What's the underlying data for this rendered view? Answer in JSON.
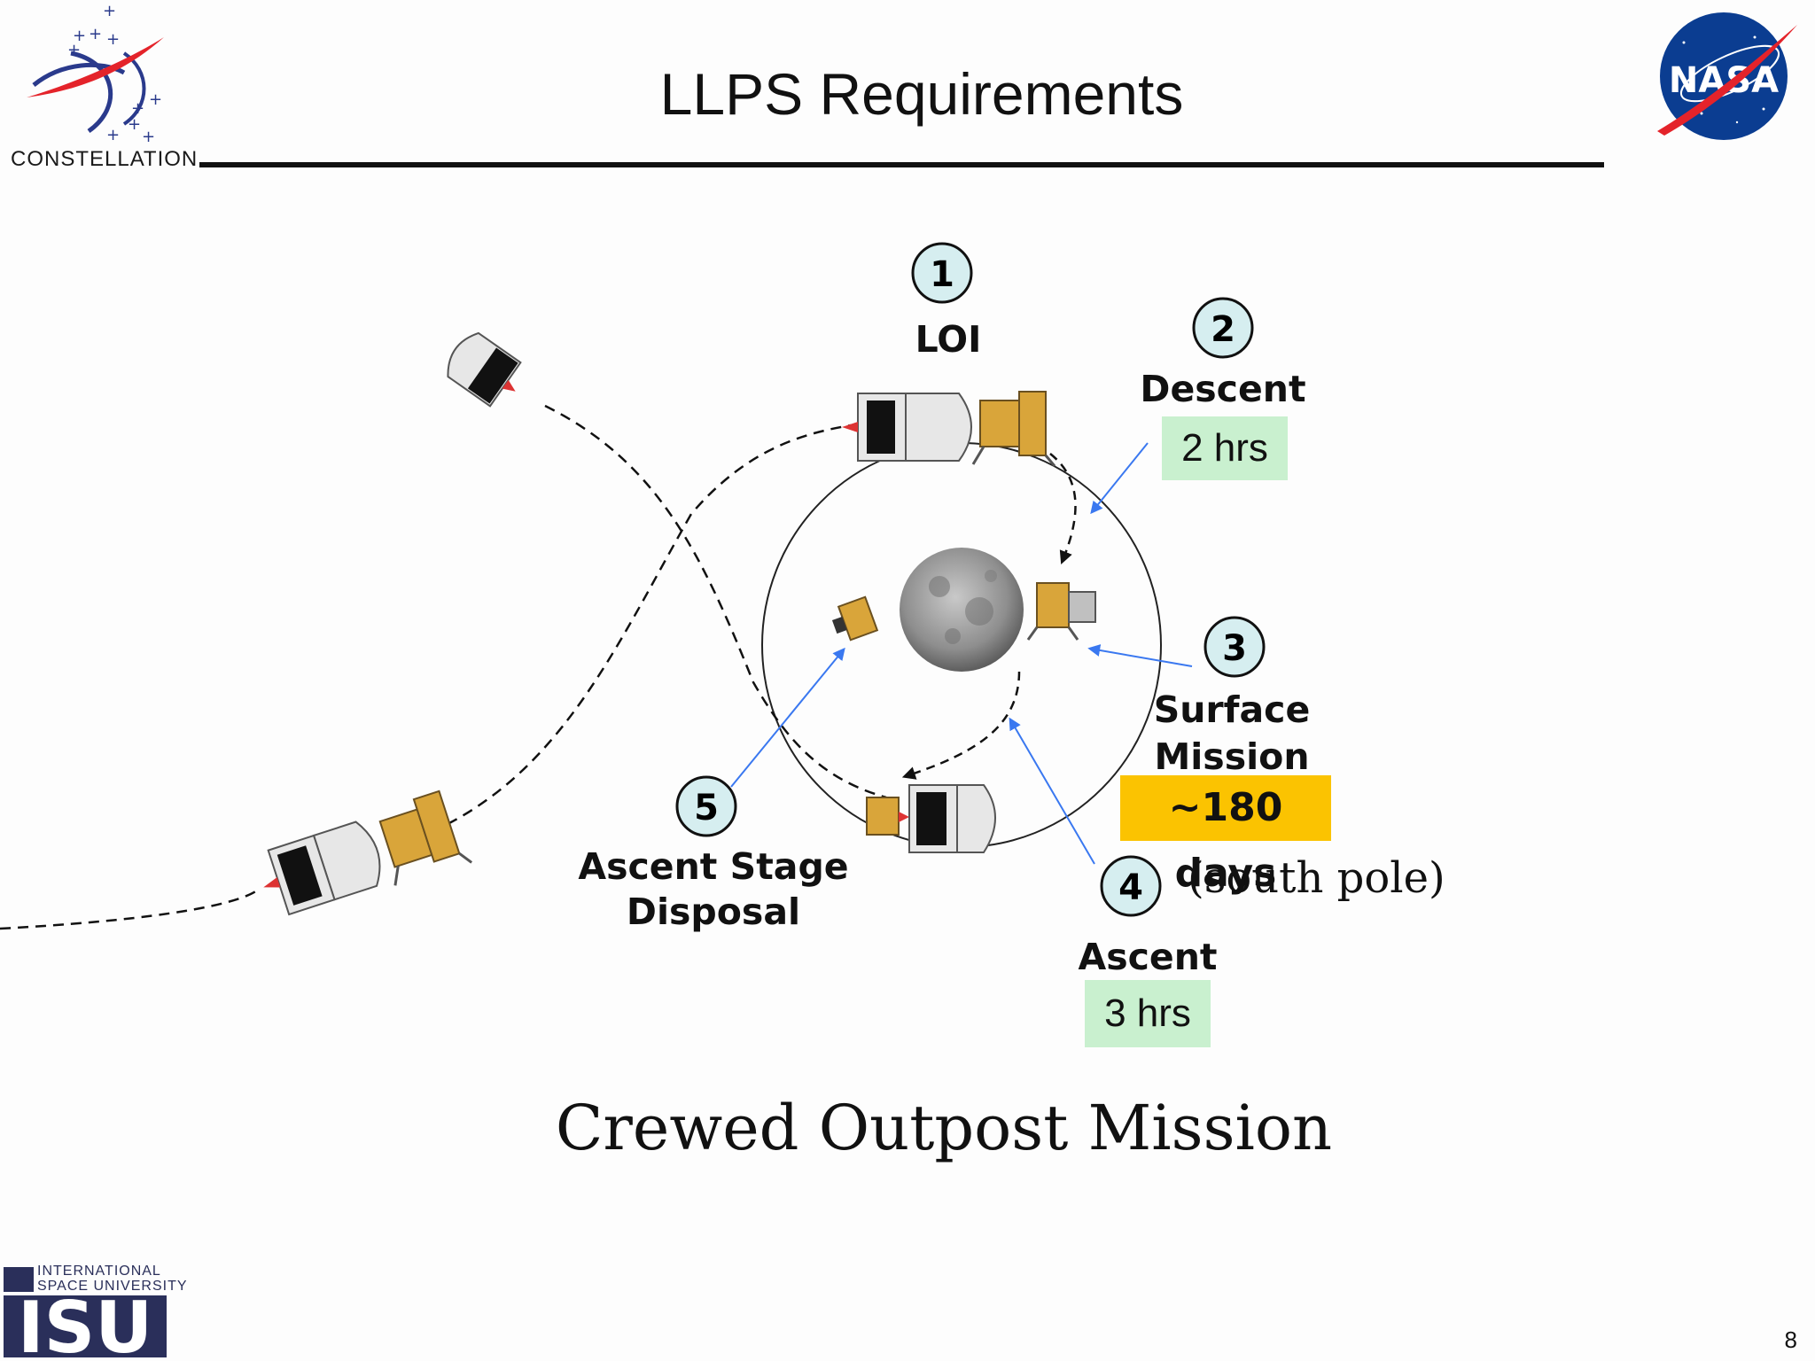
{
  "header": {
    "title": "LLPS Requirements",
    "left_logo_text": "CONSTELLATION",
    "right_logo_text": "NASA"
  },
  "diagram": {
    "steps": [
      {
        "number": "1",
        "label": "LOI"
      },
      {
        "number": "2",
        "label": "Descent",
        "duration": "2 hrs"
      },
      {
        "number": "3",
        "label_line1": "Surface",
        "label_line2": "Mission",
        "duration": "~180 days",
        "note": "(south pole)"
      },
      {
        "number": "4",
        "label": "Ascent",
        "duration": "3 hrs"
      },
      {
        "number": "5",
        "label_line1": "Ascent Stage",
        "label_line2": "Disposal"
      }
    ],
    "caption": "Crewed Outpost Mission",
    "colors": {
      "highlight_green": "#c9f0cf",
      "highlight_yellow": "#fbc301",
      "arrow_blue": "#3a78f0",
      "circle_fill": "#d6eef0"
    }
  },
  "footer": {
    "page_number": "8",
    "logo_line1": "INTERNATIONAL",
    "logo_line2": "SPACE UNIVERSITY",
    "logo_mark": "ISU"
  }
}
